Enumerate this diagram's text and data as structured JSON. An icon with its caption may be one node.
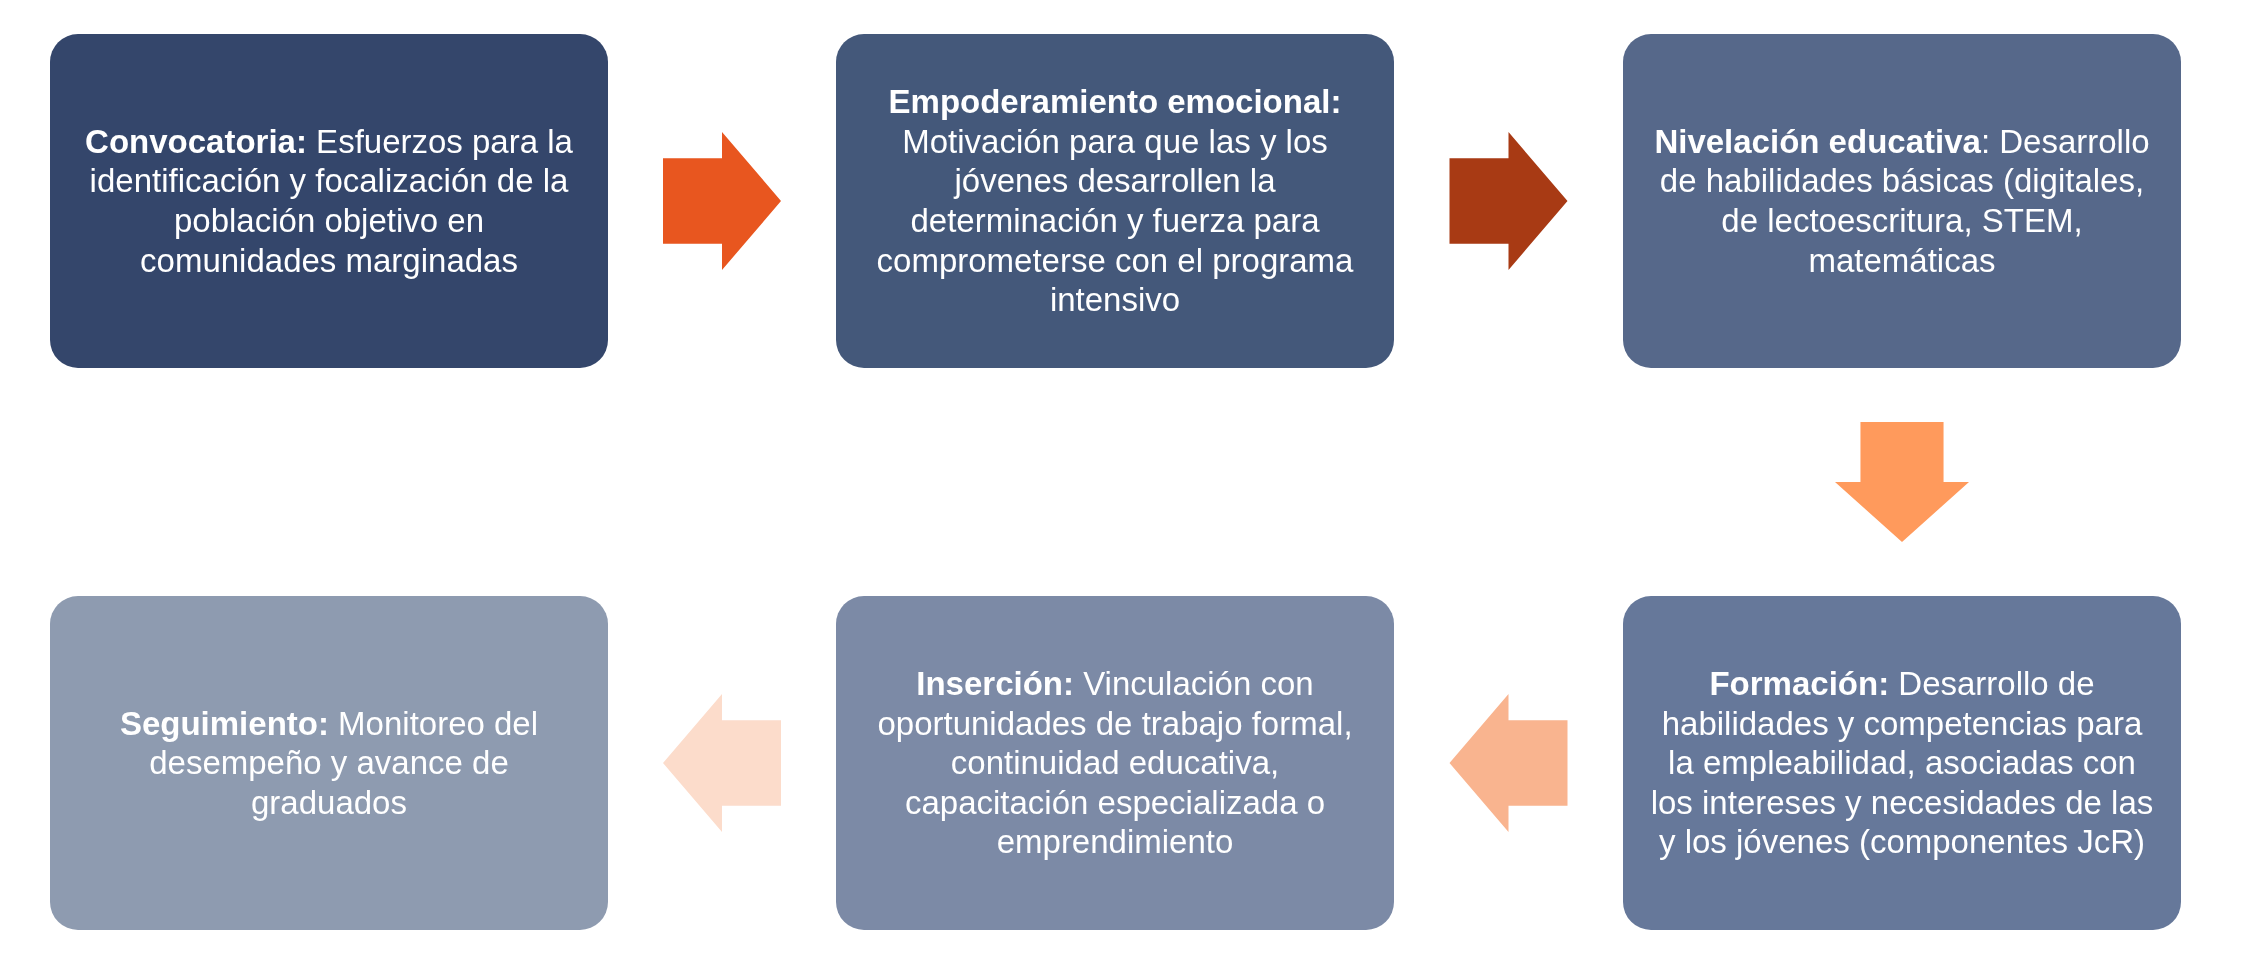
{
  "diagram": {
    "nodes": [
      {
        "text": [
          "**Convocatoria:** Esfuerzos para la identificación y focalización de la población objetivo en comunidades marginadas"
        ]
      },
      {
        "text": [
          "**Empoderamiento emocional:** Motivación para que las y los jóvenes desarrollen la determinación y fuerza para comprometerse con el programa intensivo"
        ]
      },
      {
        "text": [
          "**Nivelación educativa**: Desarrollo de habilidades básicas (digitales, de lectoescritura, STEM, matemáticas"
        ]
      },
      {
        "text": [
          "**Formación:** Desarrollo de habilidades y competencias para la empleabilidad, asociadas con los intereses y necesidades de las y los jóvenes (componentes JcR)"
        ]
      },
      {
        "text": [
          "**Inserción:**  Vinculación con oportunidades de trabajo formal, continuidad educativa, capacitación especializada o emprendimiento"
        ]
      },
      {
        "text": [
          "**Seguimiento:** Monitoreo del desempeño y avance de graduados"
        ]
      }
    ],
    "edges": [
      {
        "from": 0,
        "to": 1,
        "arrow": "to",
        "style": "thick",
        "color": "#e8561f"
      },
      {
        "from": 1,
        "to": 2,
        "arrow": "to",
        "style": "thick",
        "color": "#a83a14"
      },
      {
        "from": 2,
        "to": 3,
        "arrow": "to",
        "style": "thick",
        "color": "#ff9a5c"
      },
      {
        "from": 3,
        "to": 4,
        "arrow": "to",
        "style": "thick",
        "color": "#f9b48f"
      },
      {
        "from": 4,
        "to": 5,
        "arrow": "to",
        "style": "thick",
        "color": "#fcdccb"
      }
    ]
  }
}
